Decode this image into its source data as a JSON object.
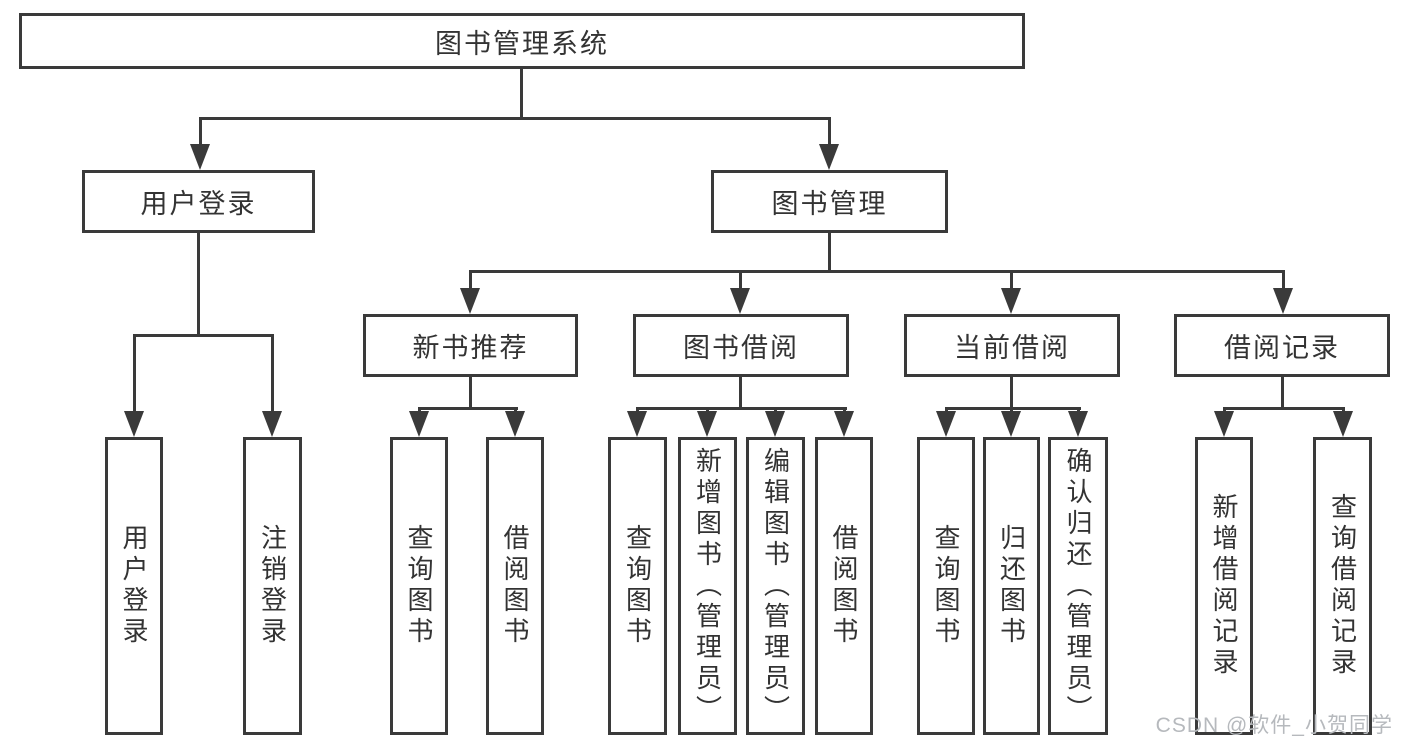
{
  "colors": {
    "line": "#3a3a3a",
    "text": "#333333",
    "box_bg": "#ffffff",
    "background": "#ffffff",
    "watermark": "#b6b9bd"
  },
  "watermark": {
    "text": "CSDN @软件_小贺同学"
  },
  "tree": {
    "root": {
      "label": "图书管理系统",
      "children": [
        {
          "label": "用户登录",
          "children": [
            {
              "label": "用户登录"
            },
            {
              "label": "注销登录"
            }
          ]
        },
        {
          "label": "图书管理",
          "children": [
            {
              "label": "新书推荐",
              "children": [
                {
                  "label": "查询图书"
                },
                {
                  "label": "借阅图书"
                }
              ]
            },
            {
              "label": "图书借阅",
              "children": [
                {
                  "label": "查询图书"
                },
                {
                  "label": "新增图书（管理员）"
                },
                {
                  "label": "编辑图书（管理员）"
                },
                {
                  "label": "借阅图书"
                }
              ]
            },
            {
              "label": "当前借阅",
              "children": [
                {
                  "label": "查询图书"
                },
                {
                  "label": "归还图书"
                },
                {
                  "label": "确认归还（管理员）"
                }
              ]
            },
            {
              "label": "借阅记录",
              "children": [
                {
                  "label": "新增借阅记录"
                },
                {
                  "label": "查询借阅记录"
                }
              ]
            }
          ]
        }
      ]
    }
  }
}
